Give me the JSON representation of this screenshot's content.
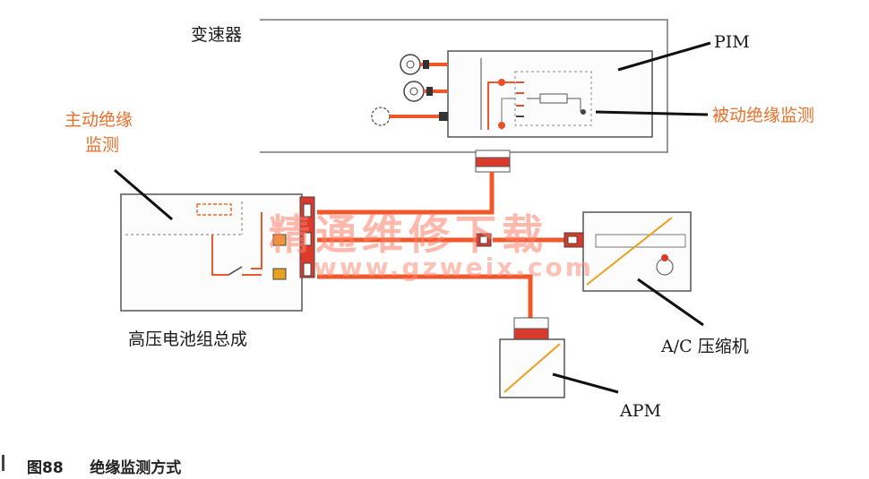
{
  "labels": {
    "transmission": "变速器",
    "pim": "PIM",
    "active_monitor_line1": "主动绝缘",
    "active_monitor_line2": "监测",
    "passive_monitor": "被动绝缘监测",
    "battery_pack": "高压电池组总成",
    "ac_compressor": "A/C 压缩机",
    "apm": "APM"
  },
  "caption": {
    "figure_number": "图88",
    "title": "绝缘监测方式"
  },
  "watermark": {
    "text": "精通维修下载",
    "url": "www.gzweix.com"
  },
  "colors": {
    "hv_cable": "#f0582c",
    "connector_red": "#d93a2b",
    "outline": "#555555",
    "box_fill": "#fbfbfb",
    "annotation_orange": "#e8702a",
    "caption_text": "#222222"
  }
}
